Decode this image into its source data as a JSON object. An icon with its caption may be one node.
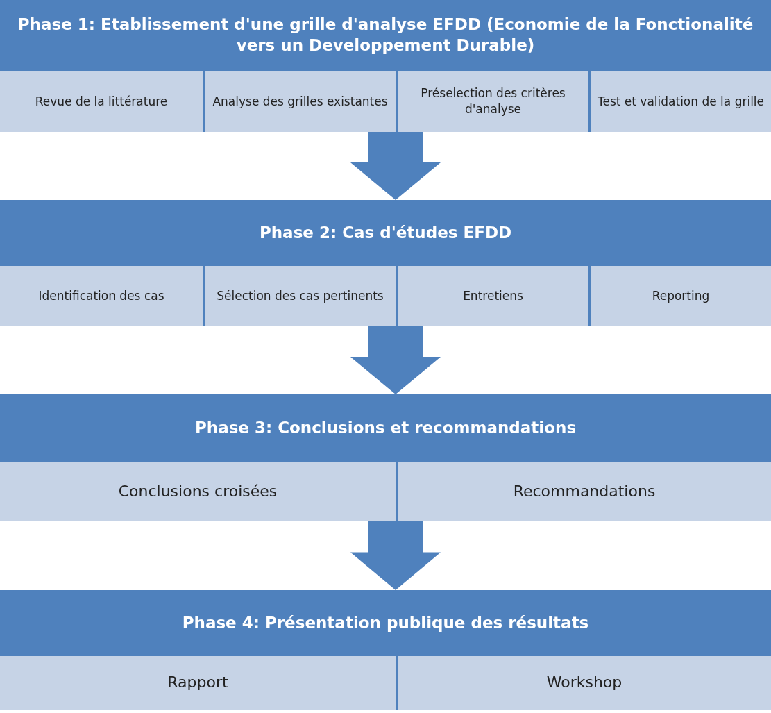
{
  "diagram": {
    "nodes": [
      {
        "text": [
          "Phase 1: Etablissement d'une grille d'analyse EFDD (Economie de la Fonctionalité vers un Developpement Durable)"
        ]
      },
      {
        "text": [
          "Revue de la littérature"
        ],
        "in": 0
      },
      {
        "text": [
          "Analyse des grilles existantes"
        ],
        "in": 0
      },
      {
        "text": [
          "Préselection des critères d'analyse"
        ],
        "in": 0
      },
      {
        "text": [
          "Test et validation de la grille"
        ],
        "in": 0
      },
      {
        "text": [
          "Phase 2: Cas d'études EFDD"
        ]
      },
      {
        "text": [
          "Identification des cas"
        ],
        "in": 5
      },
      {
        "text": [
          "Sélection des cas pertinents"
        ],
        "in": 5
      },
      {
        "text": [
          "Entretiens"
        ],
        "in": 5
      },
      {
        "text": [
          "Reporting"
        ],
        "in": 5
      },
      {
        "text": [
          "Phase 3: Conclusions et recommandations"
        ]
      },
      {
        "text": [
          "Conclusions croisées"
        ],
        "in": 10
      },
      {
        "text": [
          "Recommandations"
        ],
        "in": 10
      },
      {
        "text": [
          "Phase 4: Présentation publique des résultats"
        ]
      },
      {
        "text": [
          "Rapport"
        ],
        "in": 13
      },
      {
        "text": [
          "Workshop"
        ],
        "in": 13
      }
    ],
    "edges": [
      {
        "from": 0,
        "to": 5,
        "arrow": "to"
      },
      {
        "from": 5,
        "to": 10,
        "arrow": "to"
      },
      {
        "from": 10,
        "to": 13,
        "arrow": "to"
      }
    ]
  }
}
